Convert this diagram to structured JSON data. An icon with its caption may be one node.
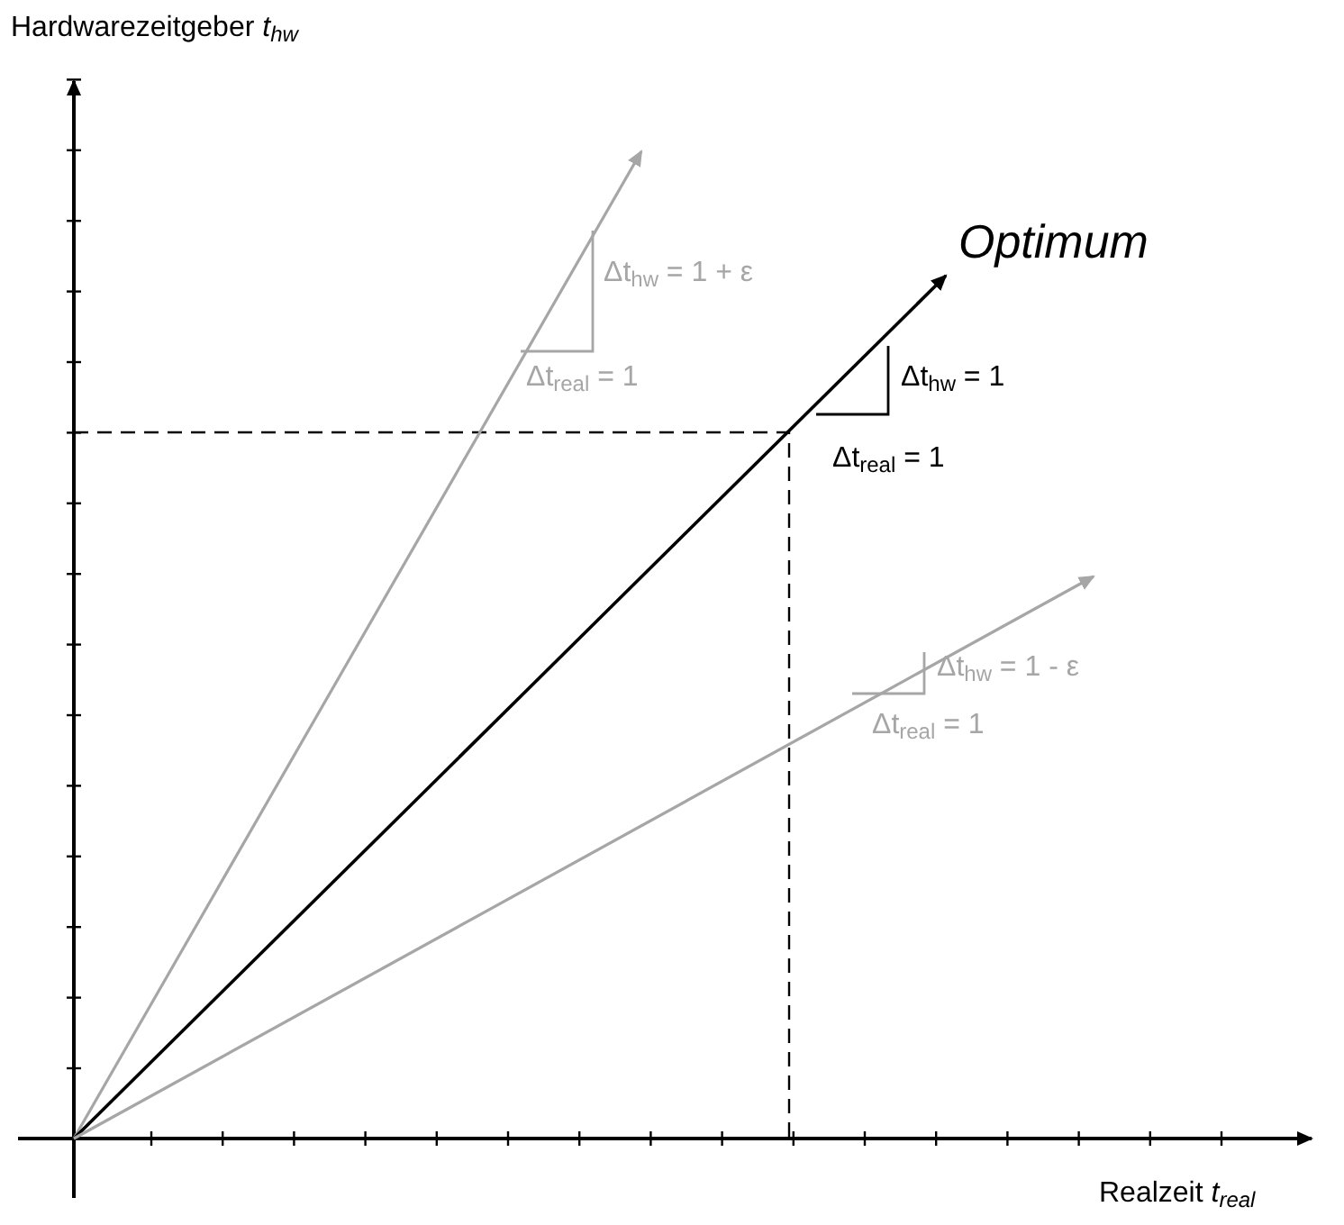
{
  "diagram": {
    "labels": [
      "Hardwarezeitgeber *t*$_{hw}$",
      "Optimum",
      "Δt$_{hw}$ = 1 + ε",
      "Δt$_{real}$ = 1",
      "Δt$_{hw}$ = 1",
      "Δt$_{real}$ = 1",
      "Δt$_{hw}$ = 1 - ε",
      "Δt$_{real}$ = 1",
      "Realzeit *t*$_{real}$"
    ]
  }
}
